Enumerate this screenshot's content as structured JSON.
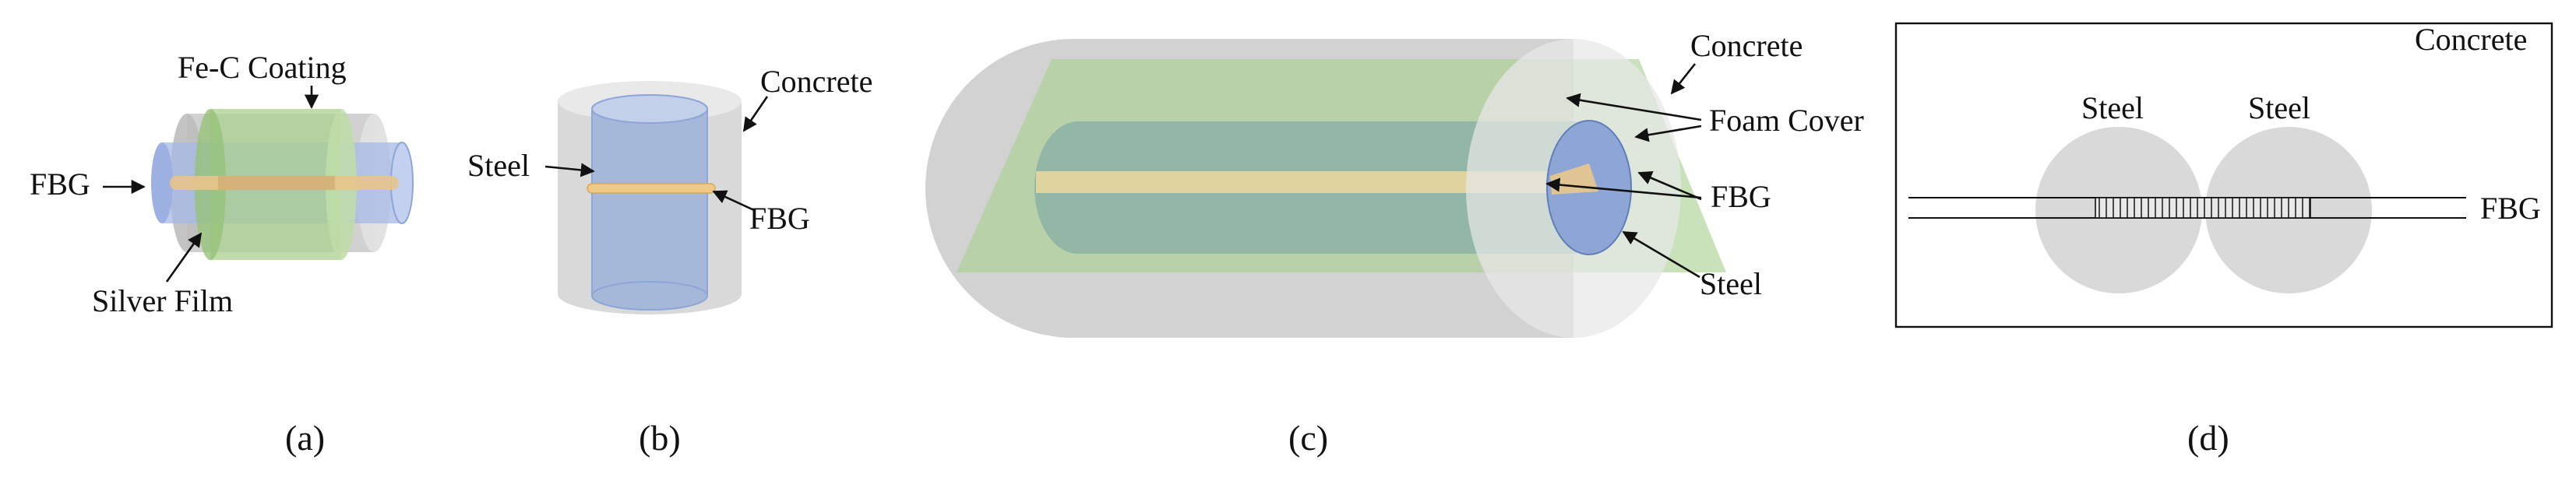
{
  "colors": {
    "concrete": "#d4d4d4",
    "concrete_light": "#e6e6e6",
    "steel": "#8ea6d6",
    "fecoat": "#a9d08e",
    "fbg": "#f0c987",
    "outline": "#111111"
  },
  "panel_a": {
    "caption": "(a)",
    "labels": {
      "fbg": "FBG",
      "fe_c": "Fe-C Coating",
      "silver": "Silver Film"
    }
  },
  "panel_b": {
    "caption": "(b)",
    "labels": {
      "concrete": "Concrete",
      "steel": "Steel",
      "fbg": "FBG"
    }
  },
  "panel_c": {
    "caption": "(c)",
    "labels": {
      "concrete": "Concrete",
      "foam": "Foam Cover",
      "fbg": "FBG",
      "steel": "Steel"
    }
  },
  "panel_d": {
    "caption": "(d)",
    "labels": {
      "concrete": "Concrete",
      "steel_left": "Steel",
      "steel_right": "Steel",
      "fbg": "FBG"
    }
  }
}
